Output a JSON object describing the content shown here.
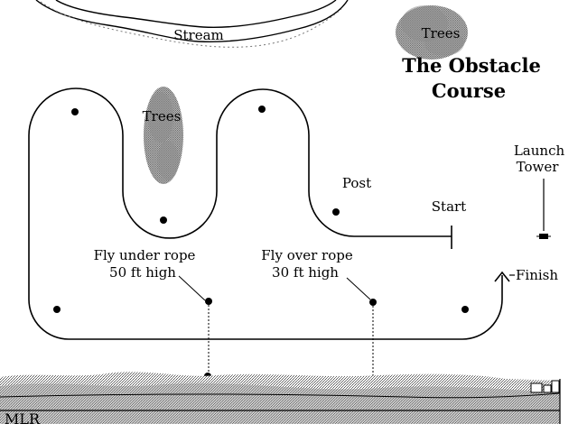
{
  "title": {
    "line1": "The Obstacle",
    "line2": "Course"
  },
  "labels": {
    "stream": "Stream",
    "trees_top": "Trees",
    "trees_left": "Trees",
    "launch_tower_line1": "Launch",
    "launch_tower_line2": "Tower",
    "post": "Post",
    "start": "Start",
    "finish": "Finish",
    "fly_under_line1": "Fly under rope",
    "fly_under_line2": "50 ft high",
    "fly_over_line1": "Fly over rope",
    "fly_over_line2": "30 ft high",
    "signature": "MLR"
  },
  "colors": {
    "ink": "#000000",
    "tree_shade": "#8c8c8c",
    "ground_shade": "#a8a8a8",
    "background": "#ffffff"
  }
}
